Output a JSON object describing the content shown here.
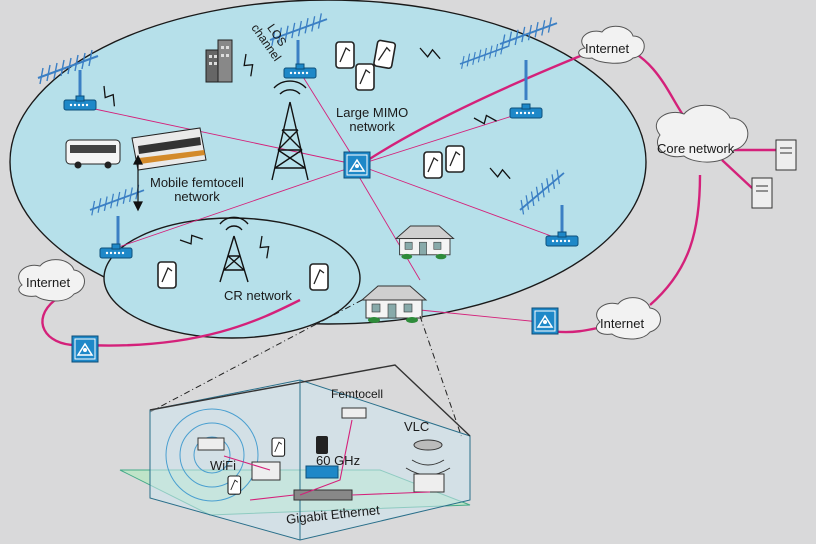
{
  "labels": {
    "los_channel_line1": "LOS",
    "los_channel_line2": "channel",
    "large_mimo_line1": "Large MIMO",
    "large_mimo_line2": "network",
    "mobile_femtocell_line1": "Mobile femtocell",
    "mobile_femtocell_line2": "network",
    "cr_network": "CR network",
    "core_network": "Core network",
    "internet_top": "Internet",
    "internet_left": "Internet",
    "internet_right": "Internet",
    "femtocell": "Femtocell",
    "vlc": "VLC",
    "wifi": "WiFi",
    "ghz60": "60 GHz",
    "gigabit_ethernet": "Gigabit Ethernet"
  },
  "colors": {
    "background": "#d9d9da",
    "network_area": "#b6e0ea",
    "link_magenta": "#d4217a",
    "base_station_blue": "#1e88c8",
    "antenna_blue": "#3b7fc4",
    "cloud": "#f2f2f2"
  },
  "icons": {
    "base_station": "base-station-icon",
    "antenna": "antenna-icon",
    "tablet": "tablet-icon",
    "tower": "tower-icon",
    "house": "house-icon",
    "server": "server-icon",
    "cloud": "cloud-icon",
    "building": "building-icon",
    "bus": "bus-icon",
    "train": "train-icon"
  }
}
